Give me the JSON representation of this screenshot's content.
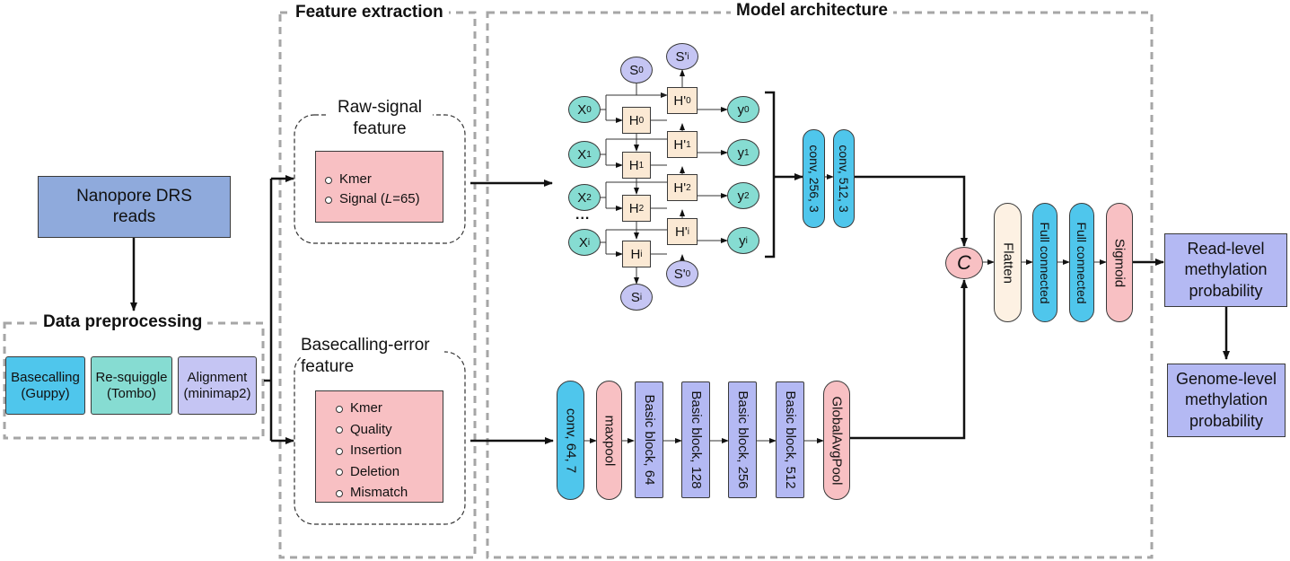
{
  "sections": {
    "feature_extraction": "Feature extraction",
    "model_architecture": "Model architecture",
    "data_preprocessing": "Data preprocessing"
  },
  "input": {
    "line1": "Nanopore DRS",
    "line2": "reads"
  },
  "preprocessing": {
    "basecalling": {
      "line1": "Basecalling",
      "line2": "(Guppy)"
    },
    "resquiggle": {
      "line1": "Re-squiggle",
      "line2": "(Tombo)"
    },
    "alignment": {
      "line1": "Alignment",
      "line2": "(minimap2)"
    }
  },
  "raw_signal_feature": {
    "title1": "Raw-signal",
    "title2": "feature",
    "items": [
      "Kmer",
      "Signal ("
    ],
    "signal_L": "L",
    "signal_rest": "=65)"
  },
  "basecalling_error_feature": {
    "title1": "Basecalling-error",
    "title2": "feature",
    "items": [
      "Kmer",
      "Quality",
      "Insertion",
      "Deletion",
      "Mismatch"
    ]
  },
  "rnn": {
    "s0": "S",
    "s0_sub": "0",
    "s_i_top": "S'",
    "s_i_top_sub": "i",
    "x": [
      "X",
      "X",
      "X",
      "X"
    ],
    "x_sub": [
      "0",
      "1",
      "2",
      "i"
    ],
    "h": [
      "H",
      "H",
      "H",
      "H"
    ],
    "h_sub": [
      "0",
      "1",
      "2",
      "i"
    ],
    "hp": [
      "H'",
      "H'",
      "H'",
      "H'"
    ],
    "hp_sub": [
      "0",
      "1",
      "2",
      "i"
    ],
    "y": [
      "y",
      "y",
      "y",
      "y"
    ],
    "y_sub": [
      "0",
      "1",
      "2",
      "i"
    ],
    "dots": "...",
    "s_bottom": "S",
    "s_bottom_sub": "i",
    "s0_prime": "S'",
    "s0_prime_sub": "0"
  },
  "conv_top": [
    "conv, 256, 3",
    "conv, 512, 3"
  ],
  "resnet": [
    "conv, 64, 7",
    "maxpool",
    "Basic block, 64",
    "Basic block, 128",
    "Basic block, 256",
    "Basic block, 512",
    "GlobalAvgPool"
  ],
  "concat": "C",
  "head": [
    "Flatten",
    "Full connected",
    "Full connected",
    "Sigmoid"
  ],
  "outputs": {
    "read_level": {
      "line1": "Read-level",
      "line2": "methylation",
      "line3": "probability"
    },
    "genome_level": {
      "line1": "Genome-level",
      "line2": "methylation",
      "line3": "probability"
    }
  },
  "colors": {
    "cyan": "#4fc6ec",
    "teal": "#86dcd2",
    "lavender": "#c5c5f3",
    "periwinkle": "#b4b9f3",
    "pink": "#f8c0c3",
    "cream": "#fdf1e3",
    "input_blue": "#8faadc",
    "dash_gray": "#a6a6a6"
  }
}
